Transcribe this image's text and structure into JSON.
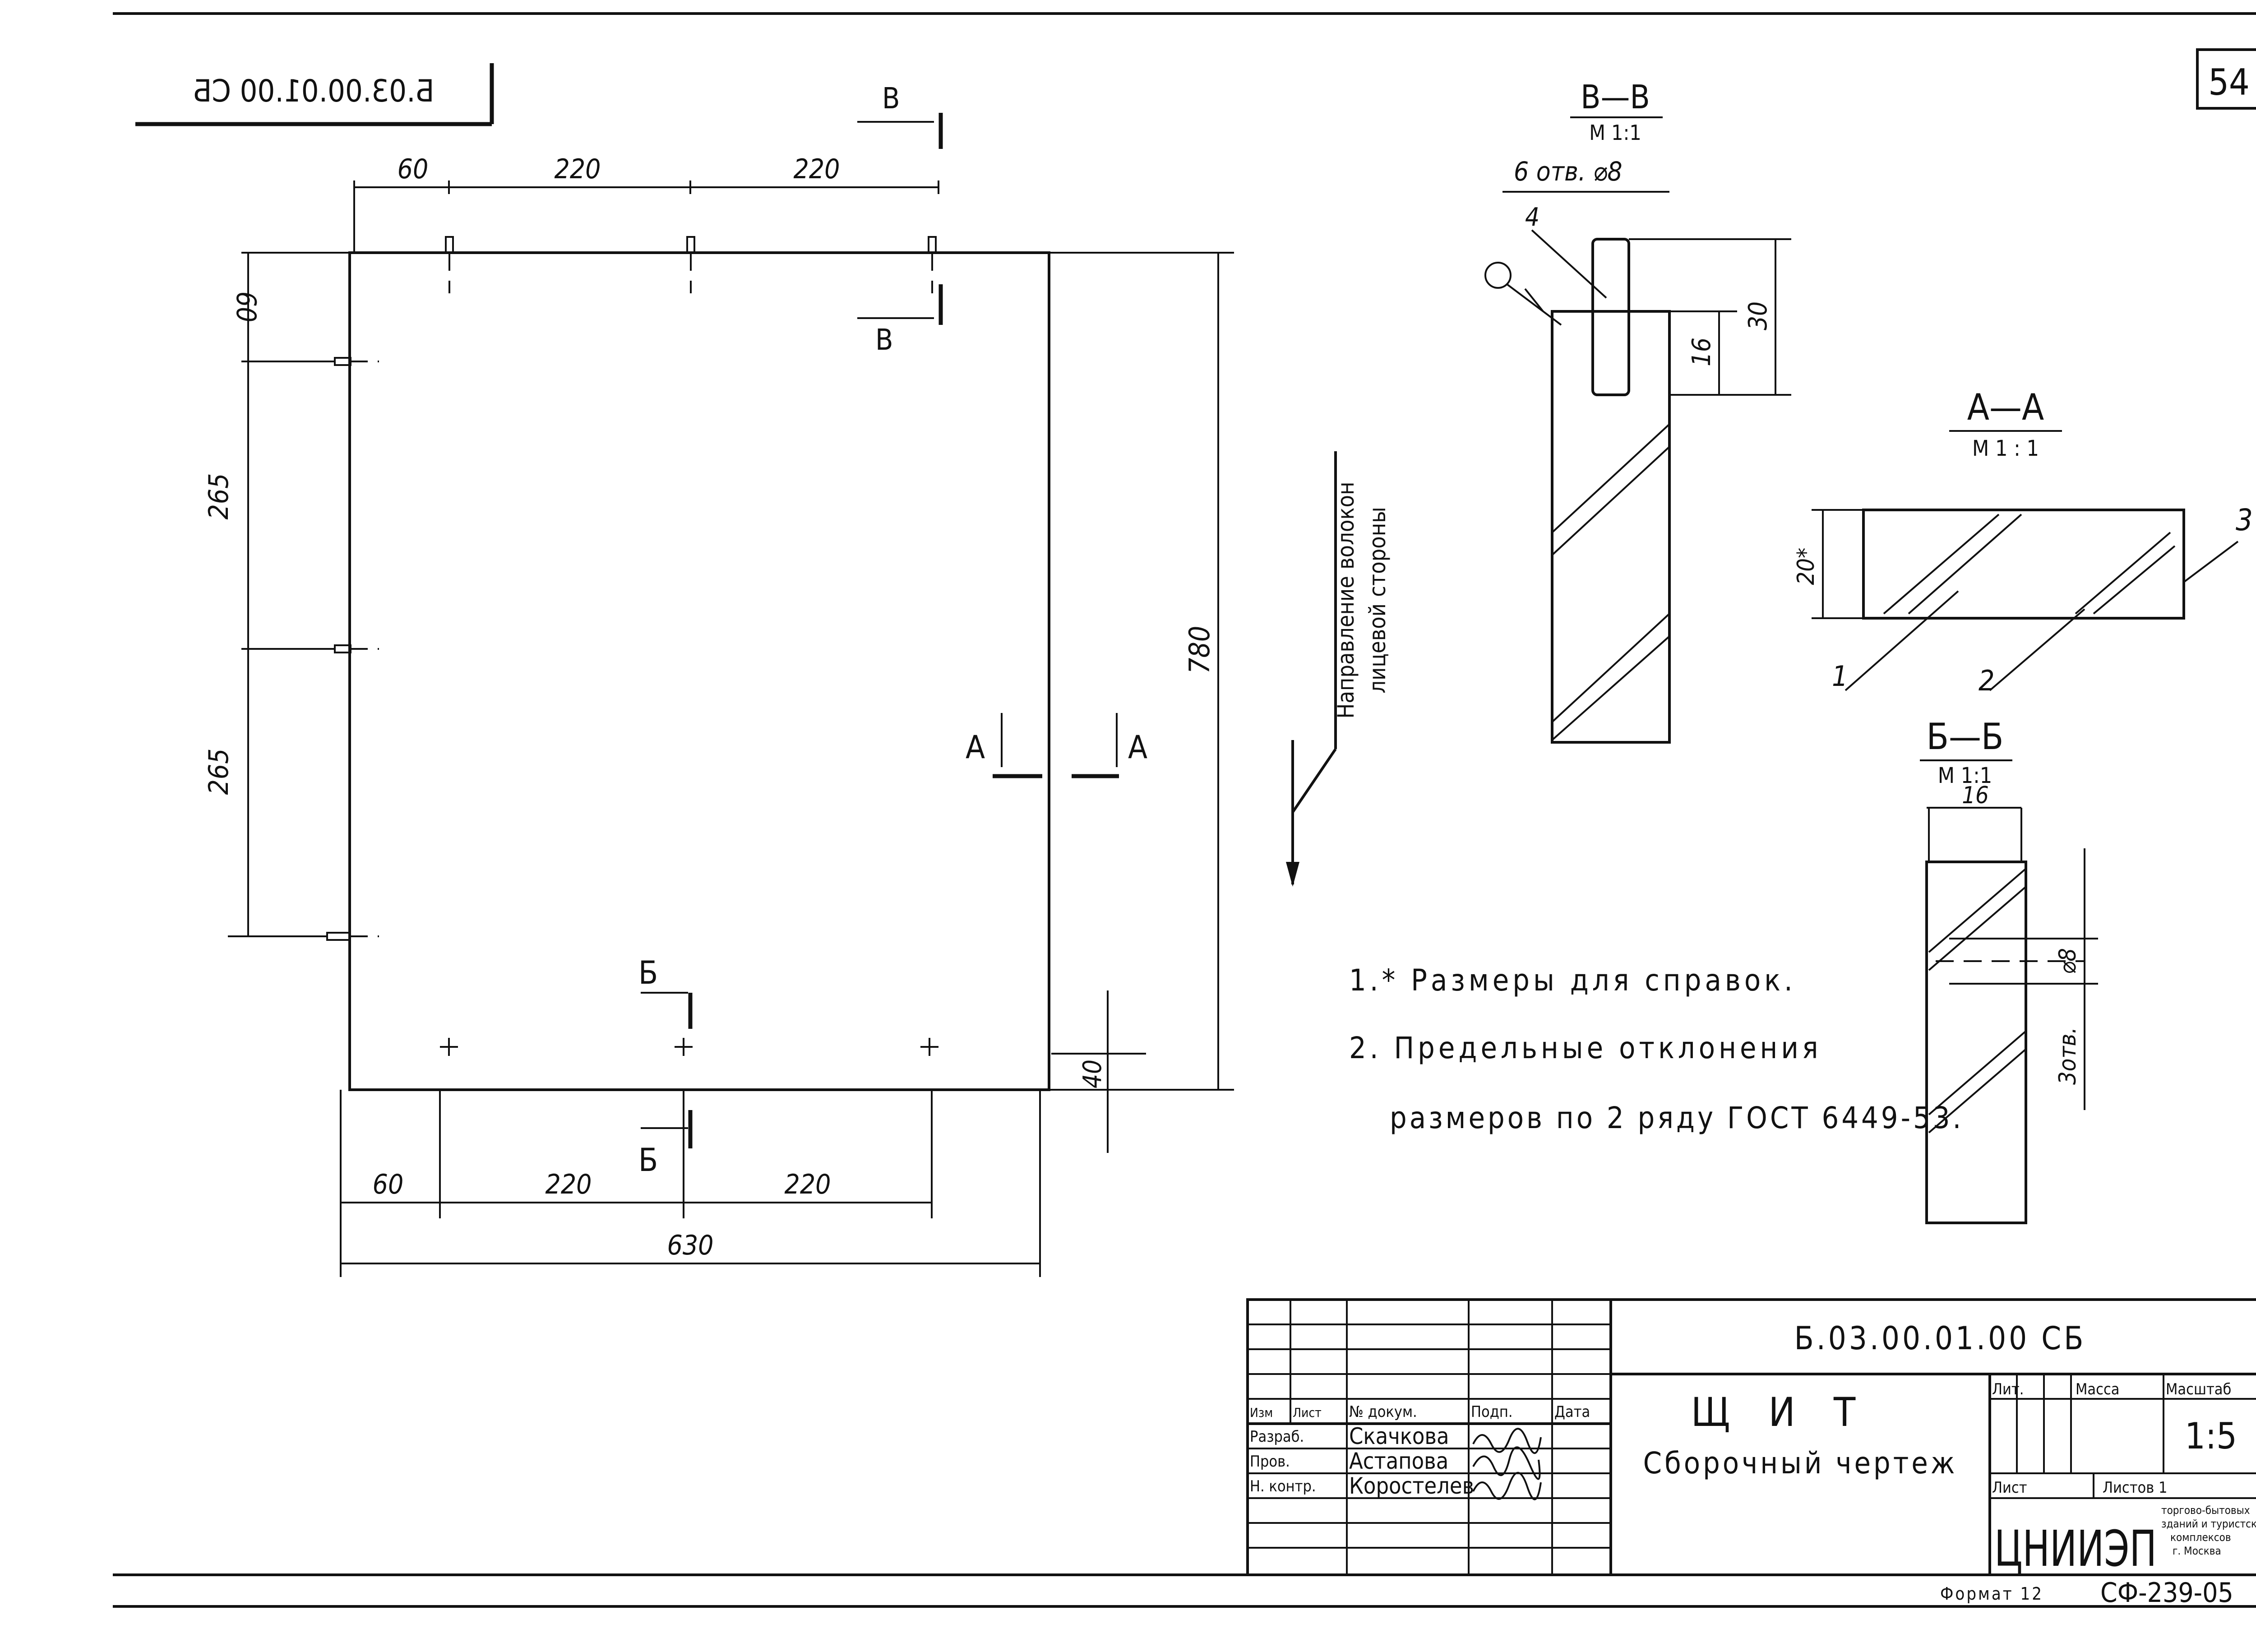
{
  "page_number": "54",
  "corner_code_mirrored": "Б.03.00.01.00 СБ",
  "main_view": {
    "top_dims": [
      "60",
      "220",
      "220"
    ],
    "bottom_dims": [
      "60",
      "220",
      "220"
    ],
    "overall_width": "630",
    "left_dims": [
      "60",
      "265",
      "265"
    ],
    "overall_height": "780",
    "bottom_edge_dim": "40",
    "section_marks": {
      "v": "В",
      "a": "А",
      "b": "Б"
    }
  },
  "grain_note": [
    "Направление волокон",
    "лицевой стороны"
  ],
  "section_vv": {
    "title": "В—В",
    "scale": "М 1:1",
    "holes": "6 отв. ⌀8",
    "leader_4": "4",
    "dim_30": "30",
    "dim_16": "16"
  },
  "section_aa": {
    "title": "А—А",
    "scale": "М 1 : 1",
    "dim_20": "20*",
    "leaders": [
      "1",
      "2",
      "3"
    ]
  },
  "section_bb": {
    "title": "Б—Б",
    "scale": "М 1:1",
    "dim_16": "16",
    "dim_d8": "⌀8",
    "holes": "3отв."
  },
  "notes": [
    "1.* Размеры для справок.",
    "2. Предельные отклонения",
    "размеров по 2 ряду ГОСТ 6449-53."
  ],
  "title_block": {
    "code": "Б.03.00.01.00 СБ",
    "name": "Щ И Т",
    "subtitle": "Сборочный чертеж",
    "col_headers": [
      "Изм",
      "Лист",
      "№ докум.",
      "Подп.",
      "Дата"
    ],
    "roles": [
      "Разраб.",
      "Пров.",
      "Н. контр."
    ],
    "people": [
      "Скачкова",
      "Астапова",
      "Коростелев"
    ],
    "lit": "Лит.",
    "mass": "Масса",
    "scale_label": "Масштаб",
    "scale_value": "1:5",
    "sheet": "Лист",
    "sheets": "Листов 1",
    "org_logo": "ЦНИИЭП",
    "org_name": [
      "торгово-бытовых",
      "зданий и туристских",
      "комплексов",
      "г. Москва"
    ],
    "format": "Формат 12",
    "doc_code": "СФ-239-05"
  }
}
